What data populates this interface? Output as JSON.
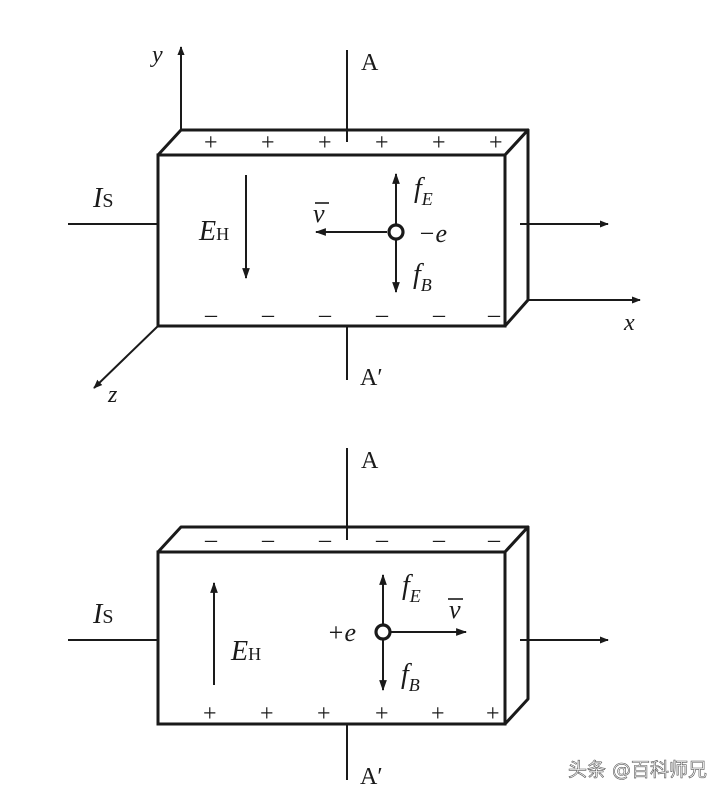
{
  "top": {
    "axis_y": "y",
    "axis_x": "x",
    "axis_z": "z",
    "section_top": "A",
    "section_bottom": "A′",
    "current_I": "I",
    "current_sub": "S",
    "field_E": "E",
    "field_sub": "H",
    "velocity": "v",
    "force_E": "f",
    "force_E_sub": "E",
    "force_B": "f",
    "force_B_sub": "B",
    "charge": "−e",
    "top_face_signs": [
      "+",
      "+",
      "+",
      "+",
      "+",
      "+"
    ],
    "bottom_face_signs": [
      "–",
      "–",
      "–",
      "–",
      "–",
      "–"
    ]
  },
  "bottom": {
    "section_top": "A",
    "section_bottom": "A′",
    "current_I": "I",
    "current_sub": "S",
    "field_E": "E",
    "field_sub": "H",
    "velocity": "v",
    "force_E": "f",
    "force_E_sub": "E",
    "force_B": "f",
    "force_B_sub": "B",
    "charge": "+e",
    "top_face_signs": [
      "–",
      "–",
      "–",
      "–",
      "–",
      "–"
    ],
    "bottom_face_signs": [
      "+",
      "+",
      "+",
      "+",
      "+",
      "+"
    ]
  },
  "watermark": "头条 @百科师兄"
}
